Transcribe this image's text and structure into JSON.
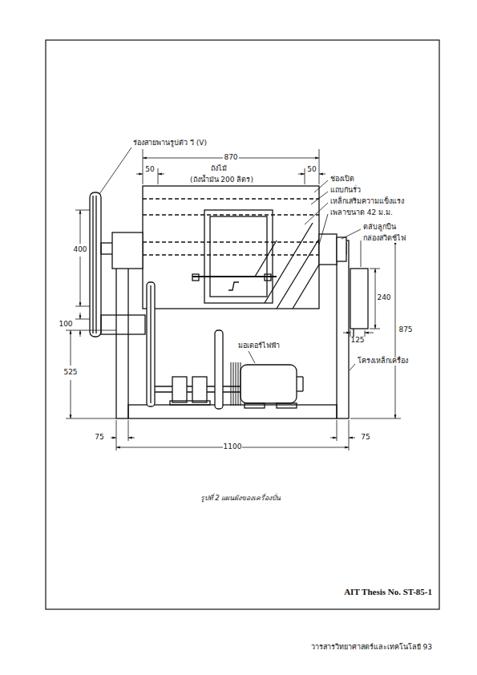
{
  "diagram": {
    "caption": "รูปที่ 2 แผนผังของเครื่องปั่น",
    "labels": [
      "ร่องสายพานรูปตัว วี (V)",
      "870",
      "50",
      "50",
      "ถังไม้",
      "(ถังน้ำมัน 200 ลิตร)",
      "ช่องเปิด",
      "แถบกันรั่ว",
      "เหล็กเสริมความแข็งแรง",
      "เพลาขนาด 42 ม.ม.",
      "ตลับลูกปืน",
      "กล่องสวิตช์ไฟ",
      "400",
      "100",
      "525",
      "240",
      "125",
      "875",
      "มอเตอร์ไฟฟ้า",
      "โครงเหล็กเครื่อง",
      "75",
      "1100",
      "75",
      "AIT Thesis No. ST-85-1",
      "วารสารวิทยาศาสตร์และเทคโนโลยี 93"
    ]
  }
}
